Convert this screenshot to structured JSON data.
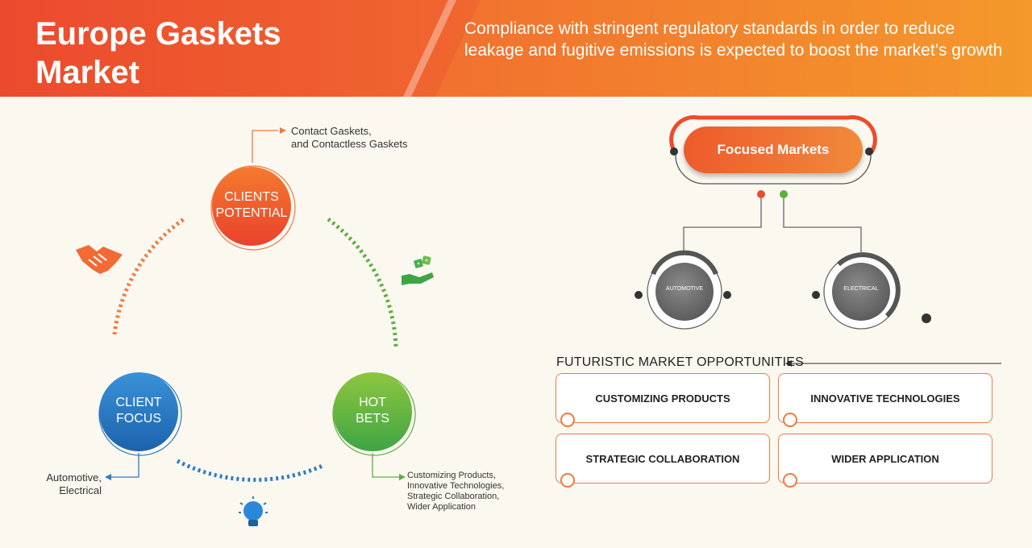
{
  "header": {
    "title_line1": "Europe Gaskets",
    "title_line2": "Market",
    "subtitle": "Compliance with stringent regulatory standards in order to reduce leakage and fugitive emissions is expected to boost the market’s growth"
  },
  "cycle": {
    "clients_potential": {
      "line1": "CLIENTS",
      "line2": "POTENTIAL",
      "note_line1": "Contact Gaskets,",
      "note_line2": "and Contactless Gaskets"
    },
    "client_focus": {
      "line1": "CLIENT",
      "line2": "FOCUS",
      "note_line1": "Automotive,",
      "note_line2": "Electrical"
    },
    "hot_bets": {
      "line1": "HOT",
      "line2": "BETS",
      "note_lines": [
        "Customizing Products,",
        "Innovative Technologies,",
        "Strategic Collaboration,",
        "Wider Application"
      ]
    }
  },
  "focused_markets": {
    "title": "Focused Markets",
    "segments": [
      "AUTOMOTIVE",
      "ELECTRICAL"
    ]
  },
  "opportunities": {
    "heading": "FUTURISTIC MARKET OPPORTUNITIES",
    "items": [
      "CUSTOMIZING PRODUCTS",
      "INNOVATIVE TECHNOLOGIES",
      "STRATEGIC COLLABORATION",
      "WIDER APPLICATION"
    ]
  },
  "colors": {
    "orange": "#f07a3e",
    "red_orange": "#ee4b2b",
    "green": "#5bb13c",
    "blue": "#2b7bc6",
    "grey": "#6b6b6b"
  },
  "icons": [
    "handshake-icon",
    "dice-hand-icon",
    "lightbulb-icon"
  ]
}
